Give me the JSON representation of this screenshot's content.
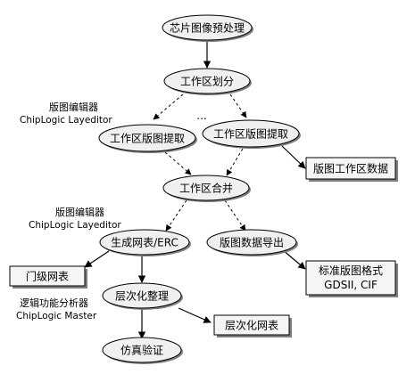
{
  "nodes": {
    "preprocess": "芯片图像预处理",
    "partition": "工作区划分",
    "extract_left": "工作区版图提取",
    "extract_right": "工作区版图提取",
    "ellipsis": "...",
    "merge": "工作区合并",
    "netlist_erc": "生成网表/ERC",
    "layout_export": "版图数据导出",
    "hierarchy": "层次化整理",
    "simulation": "仿真验证"
  },
  "outputs": {
    "workarea_data": "版图工作区数据",
    "gate_netlist": "门级网表",
    "std_format_line1": "标准版图格式",
    "std_format_line2": "GDSII, CIF",
    "hier_netlist": "层次化网表"
  },
  "annotations": {
    "editor1_cn": "版图编辑器",
    "editor1_en": "ChipLogic Layeditor",
    "editor2_cn": "版图编辑器",
    "editor2_en": "ChipLogic Layeditor",
    "analyzer_cn": "逻辑功能分析器",
    "analyzer_en": "ChipLogic Master"
  },
  "colors": {
    "ellipse_fill": "#f0f0f0",
    "shadow": "#7f7f7f",
    "stroke": "#000000",
    "box_fill": "#f5f5f5"
  }
}
